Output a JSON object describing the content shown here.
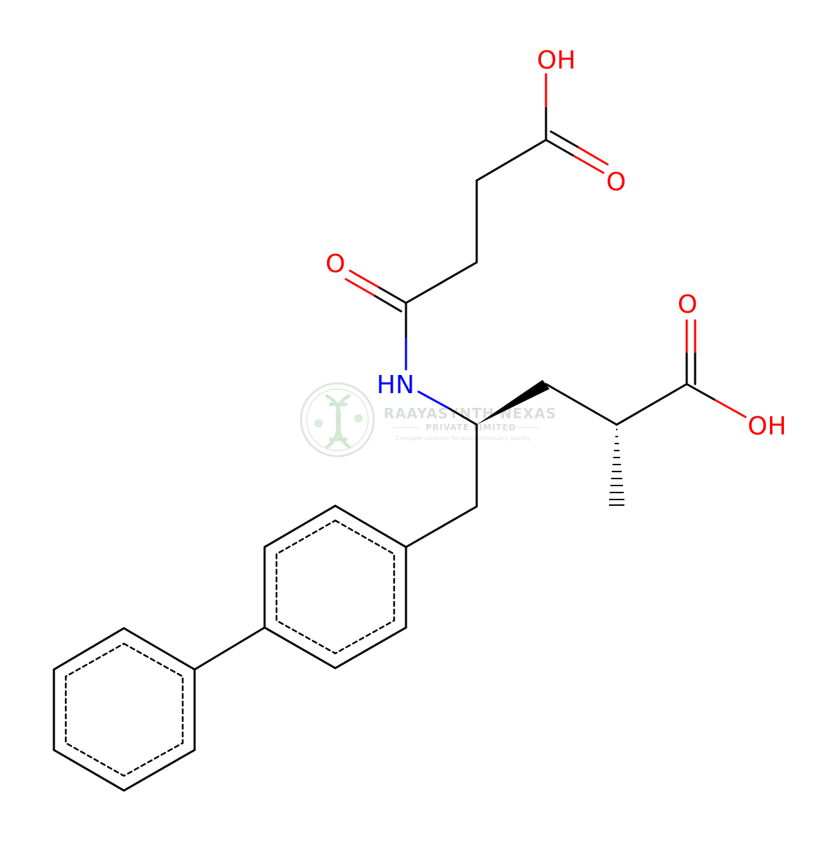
{
  "colors": {
    "bond": "#000000",
    "oxygen": "#ff0000",
    "nitrogen": "#0000ff",
    "watermark": "#d8ded8",
    "watermark_accent": "#cfe8cf"
  },
  "atom_labels": {
    "oh_top": "OH",
    "o_acid_top": "O",
    "o_amide": "O",
    "o_acid_right": "O",
    "oh_right": "OH",
    "nh": "HN"
  },
  "watermark": {
    "name": "RAAYASYNTH NEXAS",
    "subtitle": "PRIVATE LIMITED",
    "tagline": "Complete solutions for every molecule's journey",
    "logo_icon": "dna-helix-icon"
  }
}
